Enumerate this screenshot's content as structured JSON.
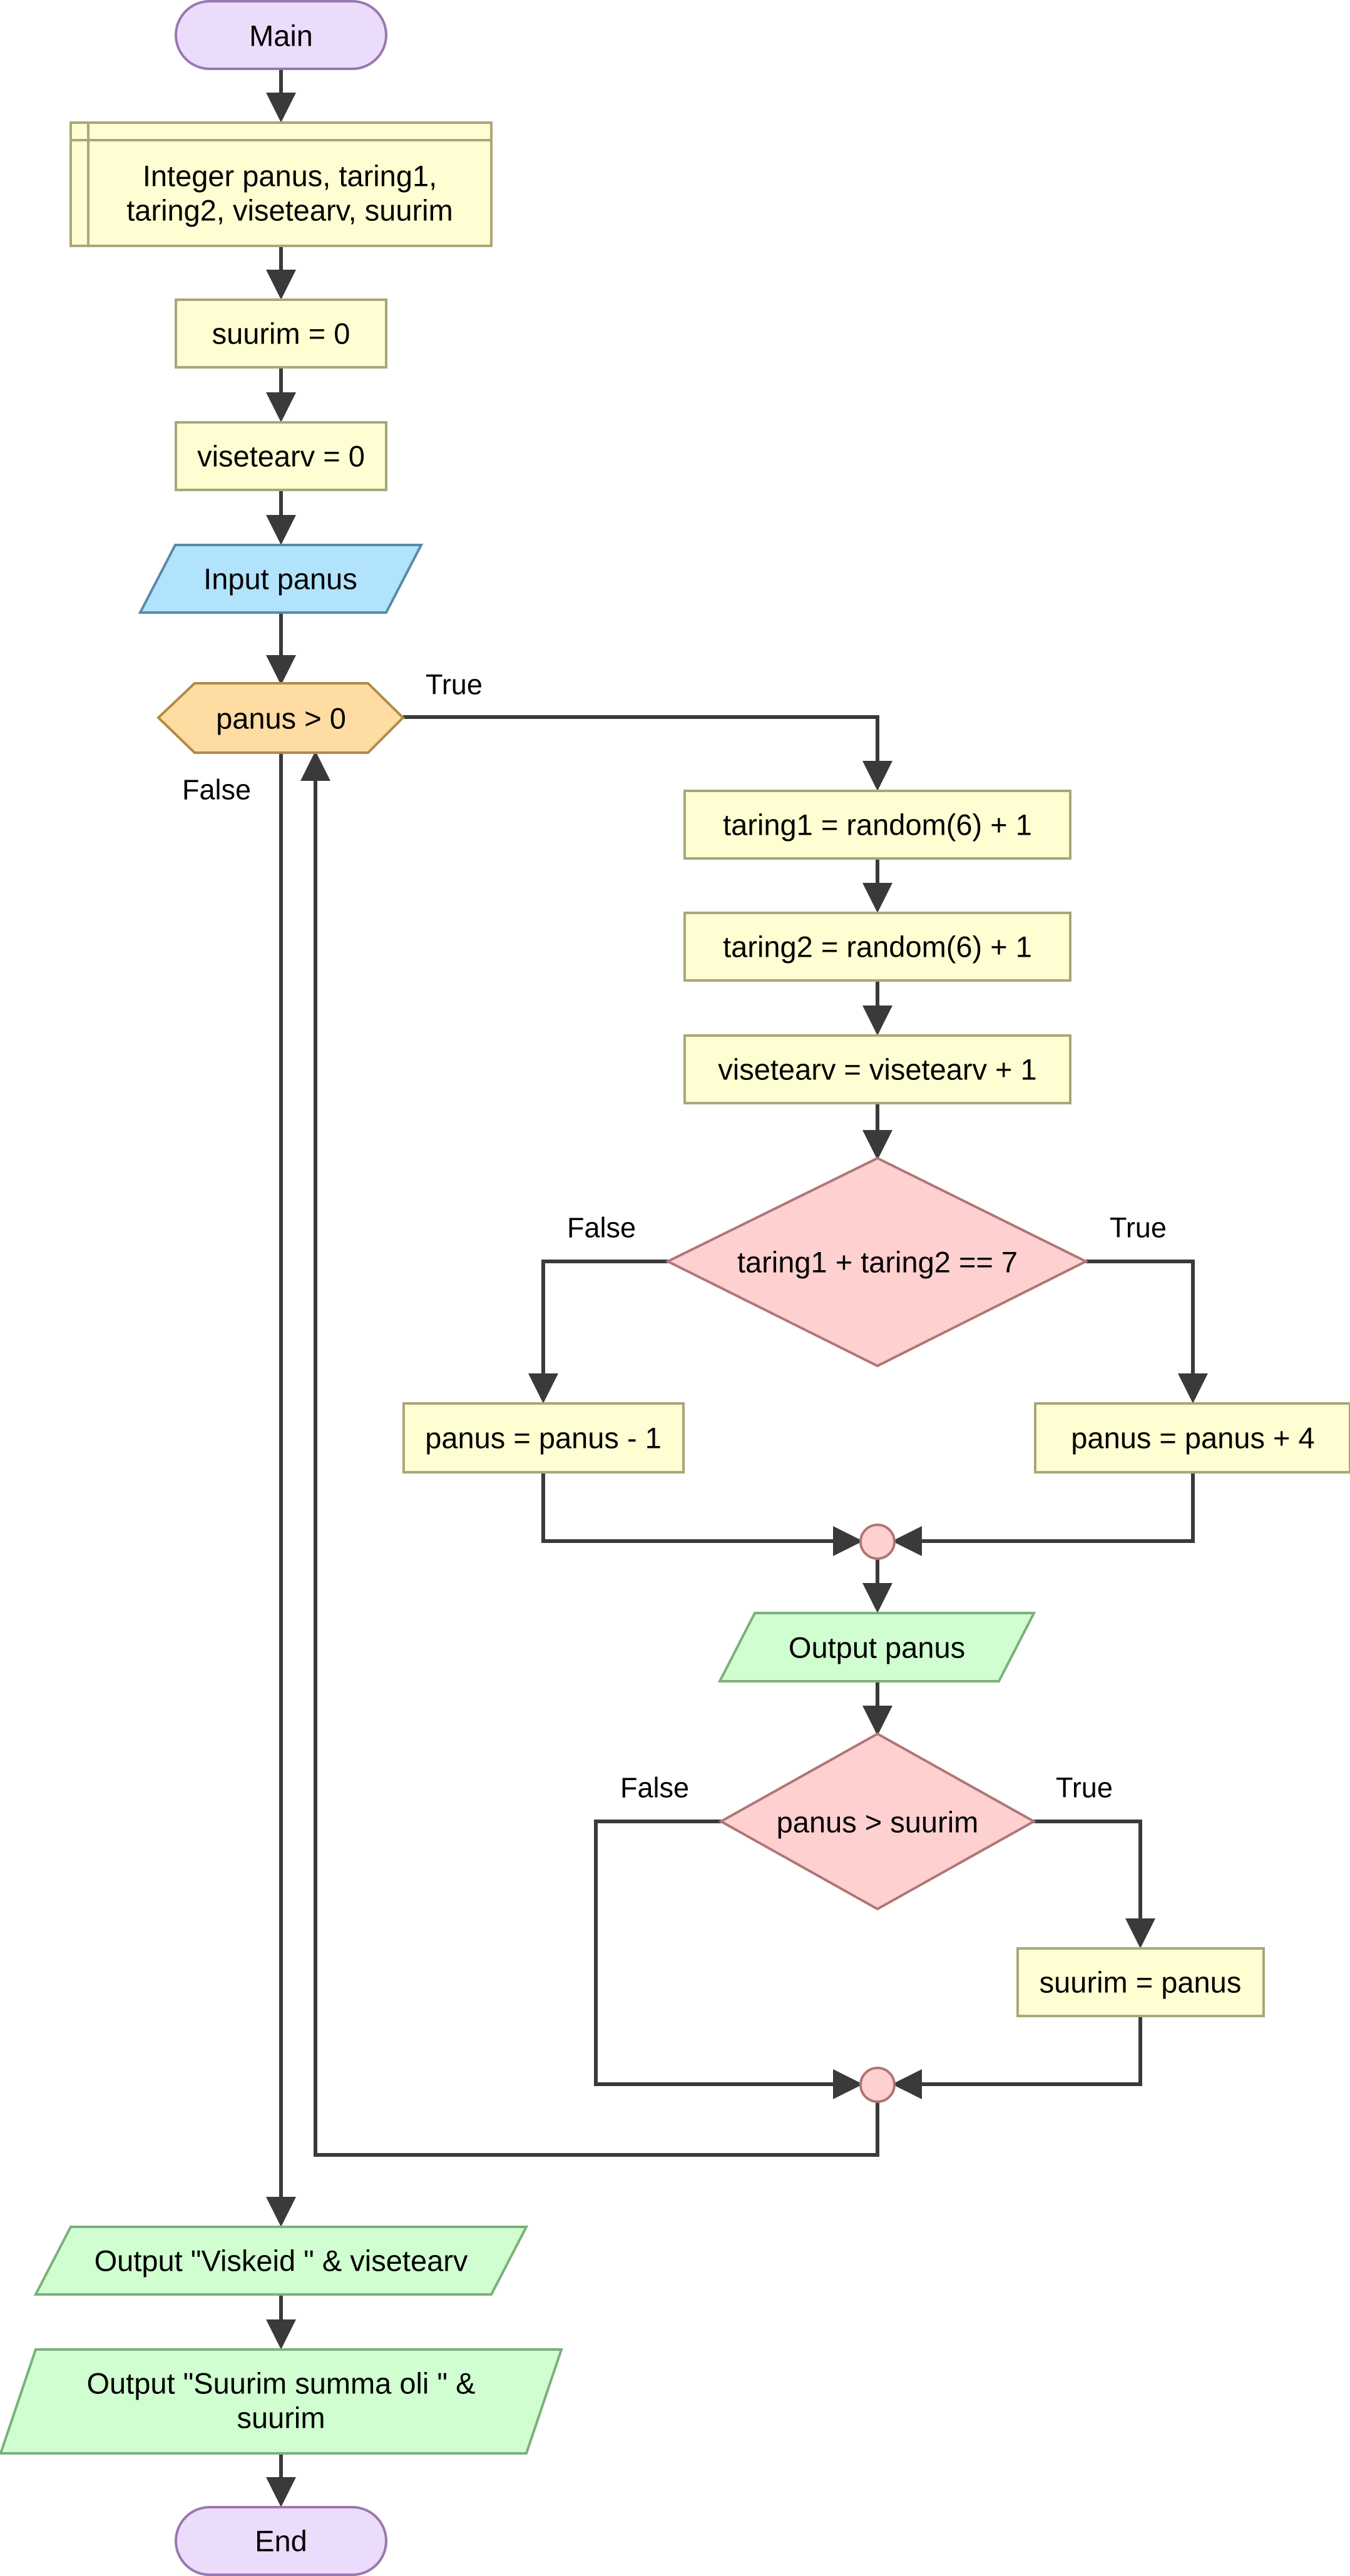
{
  "flowchart": {
    "terminals": {
      "start": "Main",
      "end": "End"
    },
    "declare": [
      "Integer panus, taring1,",
      "taring2, visetearv, suurim"
    ],
    "assign_suurim_init": "suurim = 0",
    "assign_visetearv_init": "visetearv = 0",
    "input_panus": "Input panus",
    "loop_condition": "panus > 0",
    "loop_true_label": "True",
    "loop_false_label": "False",
    "assign_taring1": "taring1 = random(6) + 1",
    "assign_taring2": "taring2 = random(6) + 1",
    "assign_visetearv_inc": "visetearv = visetearv + 1",
    "if_seven": {
      "condition": "taring1 + taring2 == 7",
      "false_label": "False",
      "true_label": "True",
      "false_branch": "panus = panus - 1",
      "true_branch": "panus = panus + 4"
    },
    "output_panus": "Output panus",
    "if_max": {
      "condition": "panus > suurim",
      "false_label": "False",
      "true_label": "True",
      "true_branch": "suurim = panus"
    },
    "output_viskeid": "Output \"Viskeid \" & visetearv",
    "output_suurim": [
      "Output \"Suurim summa oli \" &",
      "suurim"
    ]
  },
  "colors": {
    "terminal_fill": "#ecdcfb",
    "terminal_stroke": "#9a78b0",
    "process_fill": "#fffed2",
    "process_stroke": "#a8a77a",
    "input_fill": "#b2e3fd",
    "input_stroke": "#5a8aa8",
    "loop_fill": "#fedca2",
    "loop_stroke": "#b38a4a",
    "decision_fill": "#fed0d0",
    "decision_stroke": "#b07575",
    "output_fill": "#d0fed0",
    "output_stroke": "#7bb07b",
    "line": "#3a3a3a"
  }
}
